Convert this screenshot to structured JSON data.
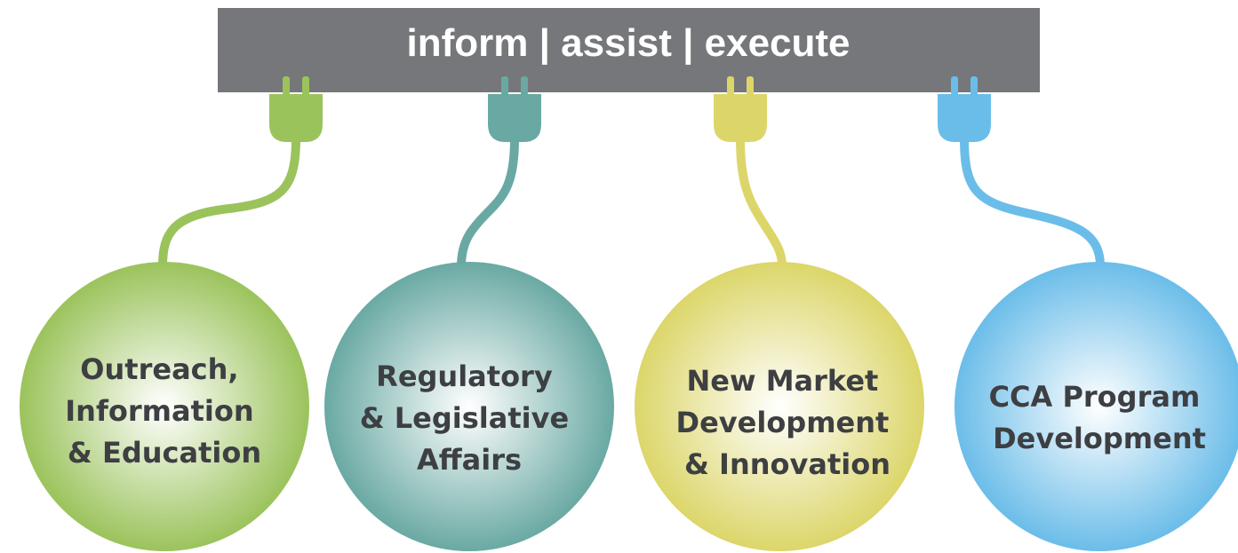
{
  "banner": {
    "title": "inform | assist | execute",
    "color": "#76777a"
  },
  "nodes": [
    {
      "lines": [
        "Outreach,",
        "Information",
        "& Education"
      ],
      "color": "#9bc35c",
      "icon": "plug-icon"
    },
    {
      "lines": [
        "Regulatory",
        "& Legislative",
        "Affairs"
      ],
      "color": "#6aa9a3",
      "icon": "plug-icon"
    },
    {
      "lines": [
        "New Market",
        "Development",
        "& Innovation"
      ],
      "color": "#dcd66a",
      "icon": "plug-icon"
    },
    {
      "lines": [
        "CCA Program",
        "Development"
      ],
      "color": "#6bbde9",
      "icon": "plug-icon"
    }
  ],
  "text_color": "#3d3f42"
}
